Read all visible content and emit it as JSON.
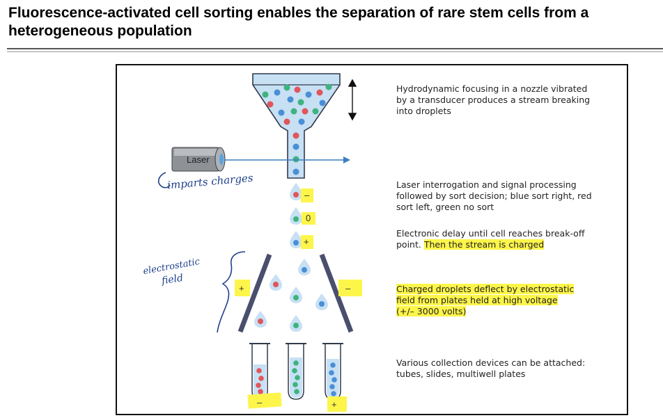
{
  "header": {
    "title_line1": "Fluorescence-activated cell sorting enables the separation of rare stem cells from a",
    "title_line2": "heterogeneous population"
  },
  "labels": {
    "laser": "Laser",
    "plate_left_sign": "+",
    "plate_right_sign": "–",
    "drop1_sign": "–",
    "drop2_sign": "0",
    "drop3_sign": "+",
    "tube_left_sign": "–",
    "tube_right_sign": "+"
  },
  "steps": {
    "step1": "Hydrodynamic focusing in a nozzle vibrated by a transducer produces a stream breaking into droplets",
    "step2": "Laser interrogation and signal processing followed by sort decision; blue sort right, red sort left, green no sort",
    "step3_plain": "Electronic delay until cell reaches break-off point.",
    "step3_highlight": "Then the stream is charged",
    "step4_highlight": "Charged droplets deflect by electrostatic field from plates held at high voltage (+/– 3000 volts)",
    "step5": "Various collection devices can be attached: tubes, slides, multiwell plates"
  },
  "annotations": {
    "imparts": "imparts charges",
    "field_line1": "electrostatic",
    "field_line2": "field"
  },
  "colors": {
    "cell_red": "#e0565b",
    "cell_blue": "#4a8fd6",
    "cell_green": "#3fb37f",
    "fluid": "#c7e0f4",
    "laser_beam": "#3a7fc0",
    "plate": "#4a4f6e",
    "highlight": "#fdf54a",
    "ink": "#1d3f8a"
  }
}
